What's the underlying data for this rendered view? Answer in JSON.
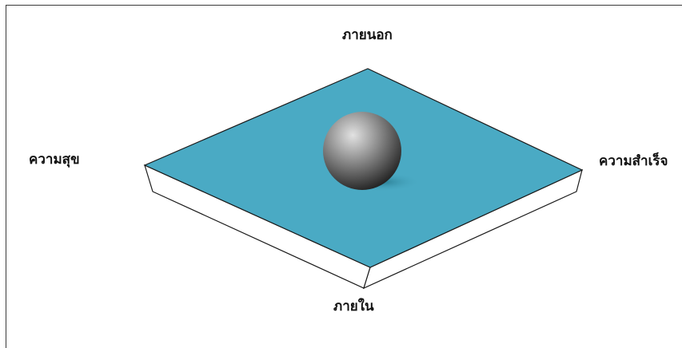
{
  "labels": {
    "top": "ภายนอก",
    "left": "ความสุข",
    "right": "ความสำเร็จ",
    "bottom": "ภายใน"
  },
  "colors": {
    "plane_top": "#4aaac4",
    "plane_side": "#ffffff",
    "outline": "#1a1a1a",
    "sphere_light": "#dcdcdc",
    "sphere_mid": "#7a7a7a",
    "sphere_dark": "#222222"
  }
}
